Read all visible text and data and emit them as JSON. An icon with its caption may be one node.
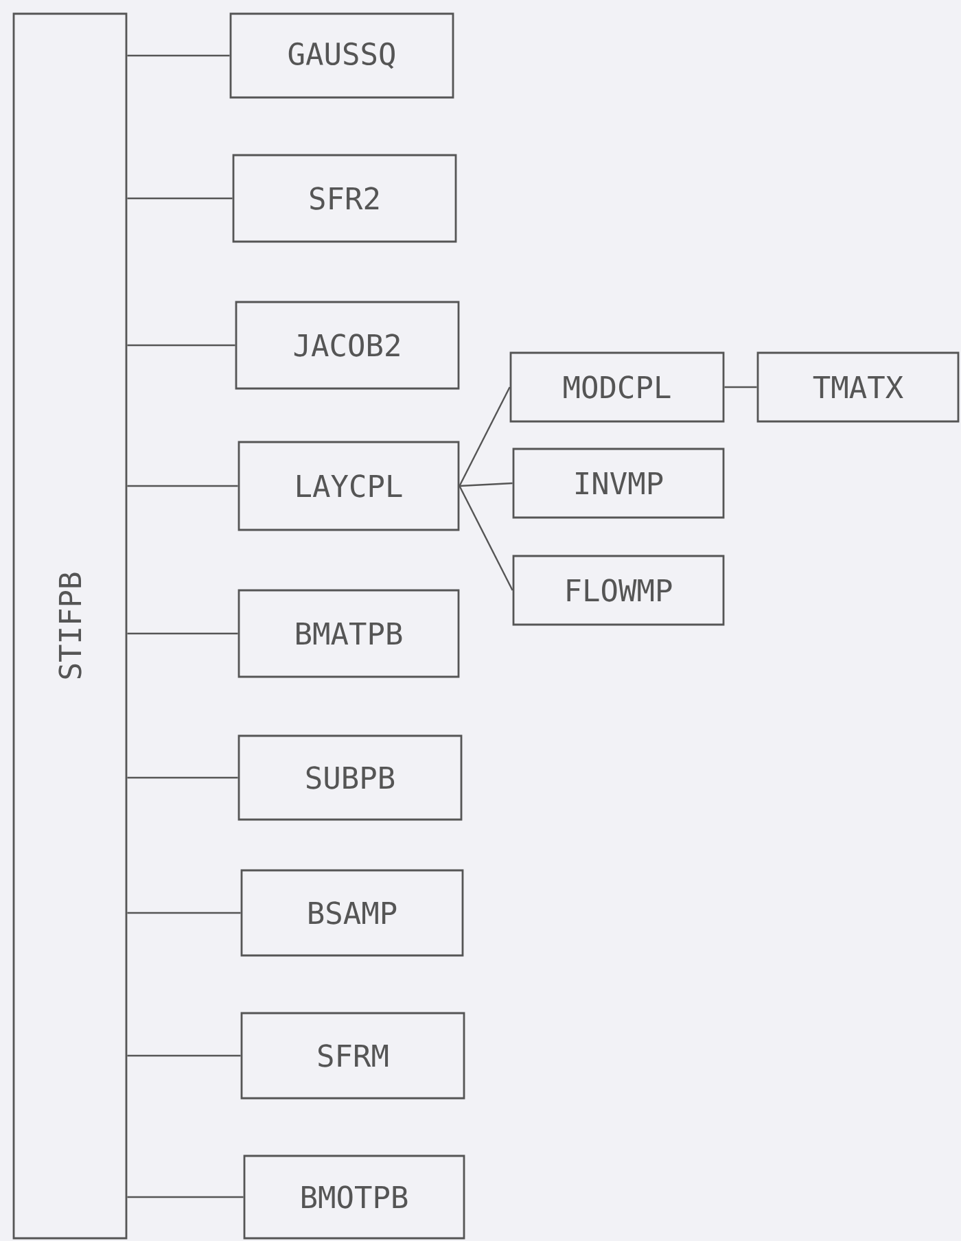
{
  "diagram": {
    "nodes": [
      {
        "text": [
          "STIFPB"
        ]
      },
      {
        "text": [
          "GAUSSQ"
        ]
      },
      {
        "text": [
          "SFR2"
        ]
      },
      {
        "text": [
          "JACOB2"
        ]
      },
      {
        "text": [
          "LAYCPL"
        ]
      },
      {
        "text": [
          "MODCPL"
        ]
      },
      {
        "text": [
          "TMATX"
        ]
      },
      {
        "text": [
          "INVMP"
        ]
      },
      {
        "text": [
          "FLOWMP"
        ]
      },
      {
        "text": [
          "BMATPB"
        ]
      },
      {
        "text": [
          "SUBPB"
        ]
      },
      {
        "text": [
          "BSAMP"
        ]
      },
      {
        "text": [
          "SFRM"
        ]
      },
      {
        "text": [
          "BMOTPB"
        ]
      }
    ],
    "edges": [
      {
        "from": 0,
        "to": 1,
        "arrow": "none"
      },
      {
        "from": 0,
        "to": 2,
        "arrow": "none"
      },
      {
        "from": 0,
        "to": 3,
        "arrow": "none"
      },
      {
        "from": 0,
        "to": 4,
        "arrow": "none"
      },
      {
        "from": 4,
        "to": 5,
        "arrow": "none"
      },
      {
        "from": 5,
        "to": 6,
        "arrow": "none"
      },
      {
        "from": 4,
        "to": 7,
        "arrow": "none"
      },
      {
        "from": 4,
        "to": 8,
        "arrow": "none"
      },
      {
        "from": 0,
        "to": 9,
        "arrow": "none"
      },
      {
        "from": 0,
        "to": 10,
        "arrow": "none"
      },
      {
        "from": 0,
        "to": 11,
        "arrow": "none"
      },
      {
        "from": 0,
        "to": 12,
        "arrow": "none"
      },
      {
        "from": 0,
        "to": 13,
        "arrow": "none"
      }
    ]
  }
}
